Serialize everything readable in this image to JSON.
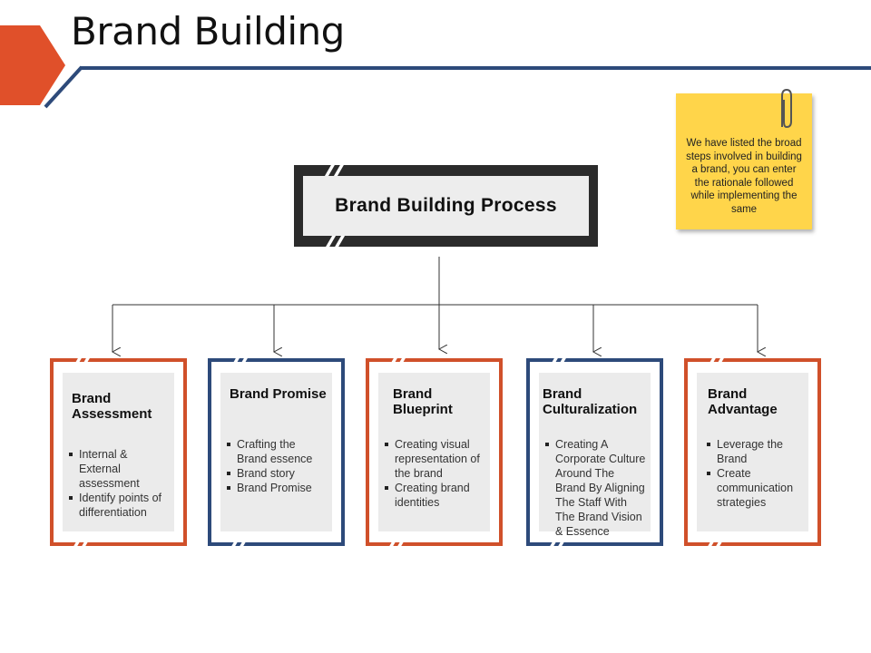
{
  "title": "Brand Building",
  "note": {
    "text": "We have listed the broad steps involved in building a brand, you can enter the rationale followed while implementing the same",
    "icon": "paperclip-icon"
  },
  "root": {
    "label": "Brand Building Process"
  },
  "cards": [
    {
      "title": "Brand Assessment",
      "color": "#d0502a",
      "items": [
        "Internal & External assessment",
        "Identify points of differentiation"
      ]
    },
    {
      "title": "Brand Promise",
      "color": "#2d4a7a",
      "items": [
        "Crafting the Brand essence",
        "Brand story",
        "Brand Promise"
      ]
    },
    {
      "title": "Brand Blueprint",
      "color": "#d0502a",
      "items": [
        "Creating visual representation of the brand",
        "Creating brand identities"
      ]
    },
    {
      "title": "Brand Culturalization",
      "color": "#2d4a7a",
      "items": [
        "Creating A Corporate Culture Around The Brand By Aligning The Staff With The Brand Vision & Essence"
      ]
    },
    {
      "title": "Brand Advantage",
      "color": "#d0502a",
      "items": [
        "Leverage the Brand",
        "Create communication strategies"
      ]
    }
  ],
  "colors": {
    "orange": "#d0502a",
    "navy": "#2d4a7a",
    "note": "#ffd54a"
  }
}
